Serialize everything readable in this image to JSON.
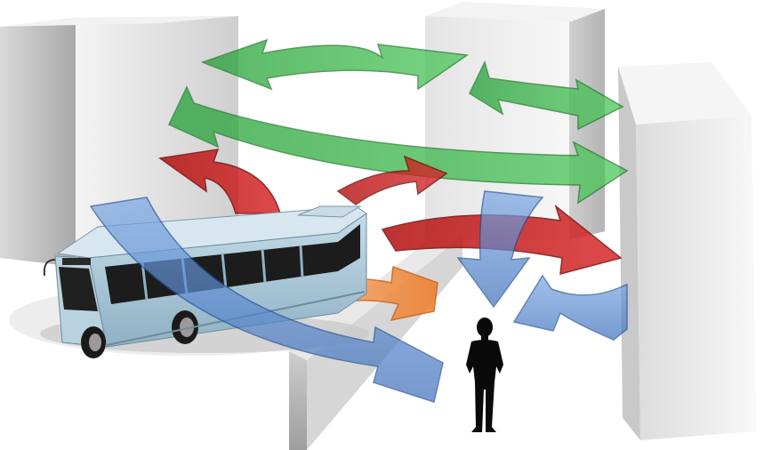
{
  "scene": {
    "colors": {
      "background": "#ffffff",
      "building_light": "#e6e6e6",
      "building_dark": "#b8b8b8",
      "bus_body": "#a9c6d6",
      "bus_window": "#1c1c1c",
      "arrow_green": "#3cb043",
      "arrow_red": "#c41414",
      "arrow_blue": "#5b8fd4",
      "arrow_orange": "#f08a3c",
      "person": "#0a0a0a"
    },
    "objects": [
      {
        "name": "building-left",
        "kind": "building"
      },
      {
        "name": "building-center",
        "kind": "building"
      },
      {
        "name": "building-right",
        "kind": "building"
      },
      {
        "name": "wall-barrier",
        "kind": "wall"
      },
      {
        "name": "city-bus",
        "kind": "vehicle"
      },
      {
        "name": "person-silhouette",
        "kind": "person"
      }
    ],
    "arrow_groups": [
      {
        "color": "green",
        "count": 3,
        "role": "sound reflected between building tops"
      },
      {
        "color": "red",
        "count": 3,
        "role": "sound from bus towards buildings"
      },
      {
        "color": "blue",
        "count": 3,
        "role": "sound reaching the person"
      },
      {
        "color": "orange",
        "count": 1,
        "role": "sound across the wall"
      }
    ]
  }
}
